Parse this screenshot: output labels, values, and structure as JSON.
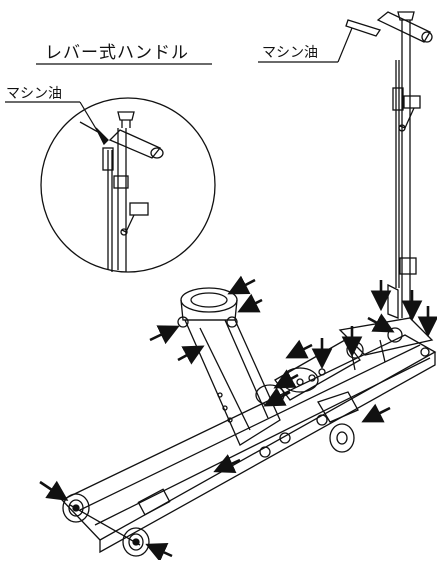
{
  "labels": {
    "lever_handle": "レバー式ハンドル",
    "machine_oil_top": "マシン油",
    "machine_oil_detail": "マシン油"
  },
  "colors": {
    "line": "#111111",
    "background": "#ffffff"
  },
  "icons": {
    "lubrication_point": "arrow-icon"
  }
}
